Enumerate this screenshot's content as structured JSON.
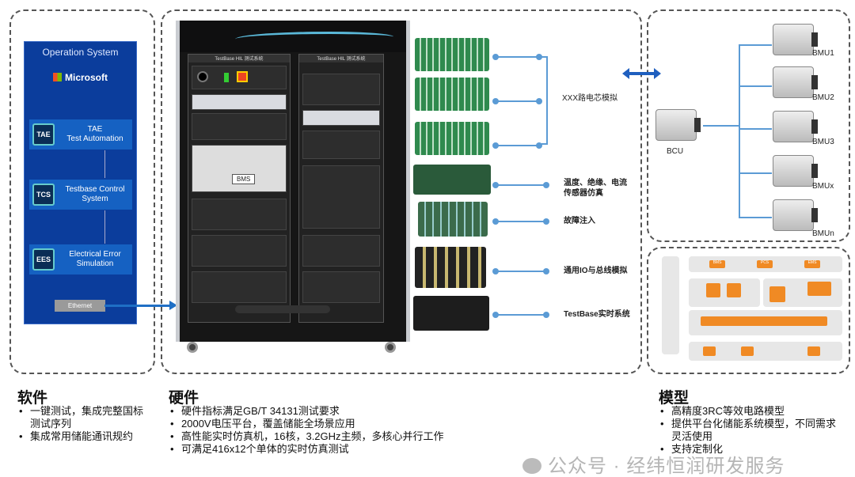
{
  "software_panel": {
    "title": "Operation System",
    "os": "Microsoft",
    "modules": [
      {
        "icon": "TAE",
        "label_line1": "TAE",
        "label_line2": "Test Automation"
      },
      {
        "icon": "TCS",
        "label_line1": "Testbase Control",
        "label_line2": "System"
      },
      {
        "icon": "EES",
        "label_line1": "Electrical Error",
        "label_line2": "Simulation"
      }
    ],
    "ethernet": "Ethernet"
  },
  "rack": {
    "left_label": "TestBase HIL 测试系统",
    "right_label": "TestBase HIL 测试系统",
    "bms": "BMS"
  },
  "hardware_labels": {
    "cell_sim": "XXX路电芯模拟",
    "sensor_line1": "温度、绝缘、电流",
    "sensor_line2": "传感器仿真",
    "fault": "故障注入",
    "io": "通用IO与总线模拟",
    "rt": "TestBase实时系统"
  },
  "bms_topology": {
    "bcu": "BCU",
    "bmus": [
      "BMU1",
      "BMU2",
      "BMU3",
      "BMUx",
      "BMUn"
    ]
  },
  "model_diagram": {
    "top_blocks": [
      "BMS",
      "PCS",
      "EMS"
    ]
  },
  "sections": {
    "software": {
      "title": "软件",
      "items": [
        "一键测试，集成完整国标测试序列",
        "集成常用储能通讯规约"
      ]
    },
    "hardware": {
      "title": "硬件",
      "items": [
        "硬件指标满足GB/T 34131测试要求",
        "2000V电压平台，覆盖储能全场景应用",
        "高性能实时仿真机，16核，3.2GHz主频，多核心并行工作",
        "可满足416x12个单体的实时仿真测试"
      ]
    },
    "model": {
      "title": "模型",
      "items": [
        "高精度3RC等效电路模型",
        "提供平台化储能系统模型，不同需求灵活使用",
        "支持定制化"
      ]
    }
  },
  "watermark": "公众号 · 经纬恒润研发服务"
}
